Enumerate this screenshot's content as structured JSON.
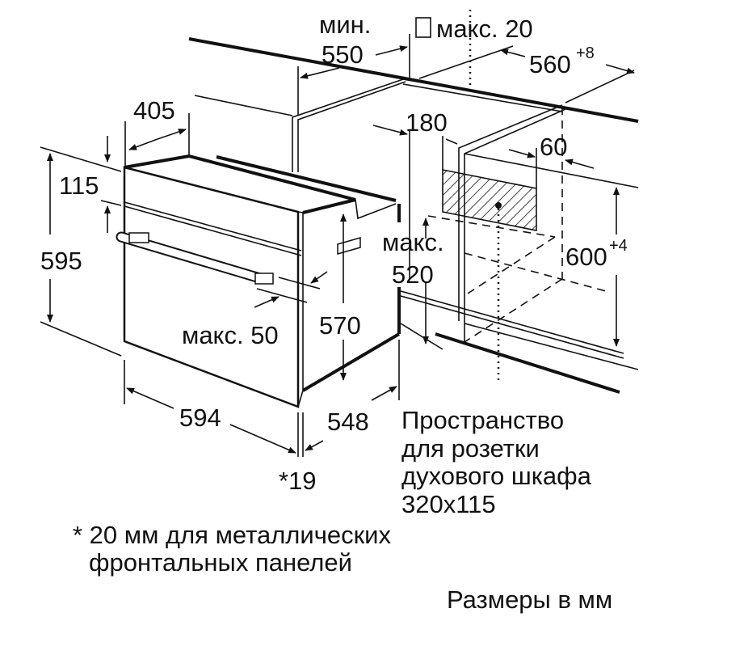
{
  "dimensions": {
    "min_label": "мин.",
    "min_550": "550",
    "max20": "макс. 20",
    "w560": "560",
    "w560_tol": "+8",
    "d405": "405",
    "h115": "115",
    "h595": "595",
    "d180": "180",
    "d60": "60",
    "max_label": "макс.",
    "max_520": "520",
    "h600": "600",
    "h600_tol": "+4",
    "max50": "макс. 50",
    "h570": "570",
    "w594": "594",
    "d548": "548",
    "star19": "*19"
  },
  "socket_note": {
    "lines": [
      "Пространство",
      "для розетки",
      "духового шкафа",
      "320x115"
    ]
  },
  "footnote": {
    "lines": [
      "* 20 мм для металлических",
      "фронтальных панелей"
    ]
  },
  "units_note": "Размеры в мм"
}
